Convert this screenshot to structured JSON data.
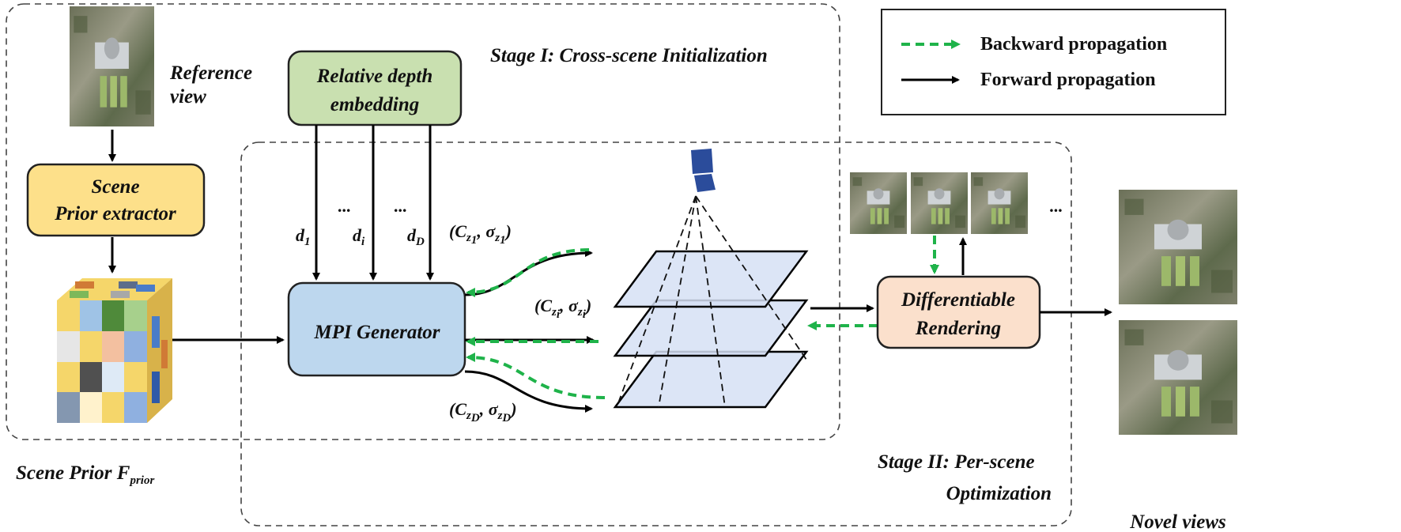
{
  "legend": {
    "backward": "Backward propagation",
    "forward": "Forward propagation"
  },
  "stage1": {
    "label": "Stage I: Cross-scene Initialization"
  },
  "stage2": {
    "line1": "Stage II: Per-scene",
    "line2": "Optimization"
  },
  "reference": {
    "line1": "Reference",
    "line2": "view"
  },
  "extractor": {
    "line1": "Scene",
    "line2": "Prior extractor"
  },
  "prior": {
    "text": "Scene Prior F",
    "sub": "prior"
  },
  "depth": {
    "line1": "Relative depth",
    "line2": "embedding"
  },
  "depth_inputs": [
    {
      "sym": "d",
      "sub": "1"
    },
    {
      "sym": "d",
      "sub": "i"
    },
    {
      "sym": "d",
      "sub": "D"
    }
  ],
  "ellipsis": "...",
  "mpi": {
    "label": "MPI Generator"
  },
  "outputs": [
    {
      "open": "(",
      "c": "C",
      "cz": "z",
      "zi": "1",
      "sep": ", ",
      "s": "σ",
      "sz": "z",
      "szi": "1",
      "close": ")"
    },
    {
      "open": "(",
      "c": "C",
      "cz": "z",
      "zi": "i",
      "sep": ", ",
      "s": "σ",
      "sz": "z",
      "szi": "i",
      "close": ")"
    },
    {
      "open": "(",
      "c": "C",
      "cz": "z",
      "zi": "D",
      "sep": ", ",
      "s": "σ",
      "sz": "z",
      "szi": "D",
      "close": ")"
    }
  ],
  "render": {
    "line1": "Differentiable",
    "line2": "Rendering"
  },
  "novel": {
    "label": "Novel views"
  },
  "colors": {
    "backward": "#1fb34a",
    "forward": "#000000",
    "extractor": "#fde08a",
    "depth": "#c9e0b0",
    "mpi": "#bdd7ee",
    "render": "#fbe0cc",
    "camera": "#2b4c9b"
  }
}
